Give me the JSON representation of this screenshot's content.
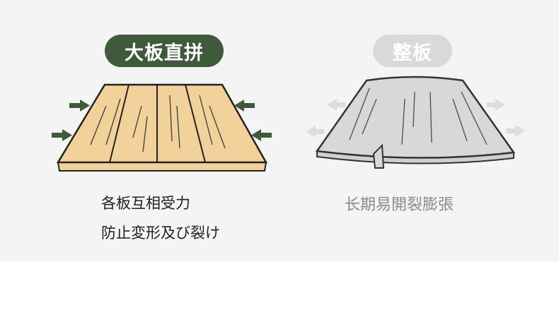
{
  "left": {
    "badge": "大板直拼",
    "caption_lines": [
      "各板互相受力",
      "防止変形及び裂け"
    ],
    "colors": {
      "badge": "#3e5a3a",
      "wood": "#f2d29a",
      "arrow": "#3e5a3a"
    },
    "icons": [
      "arrow-right-icon",
      "arrow-left-icon"
    ]
  },
  "right": {
    "badge": "整板",
    "caption": "长期易開裂膨張",
    "colors": {
      "badge": "#d9d9d9",
      "board": "#d6d6d6",
      "arrow": "#dcdcdc"
    },
    "icons": [
      "arrow-left-icon",
      "arrow-right-icon"
    ]
  }
}
